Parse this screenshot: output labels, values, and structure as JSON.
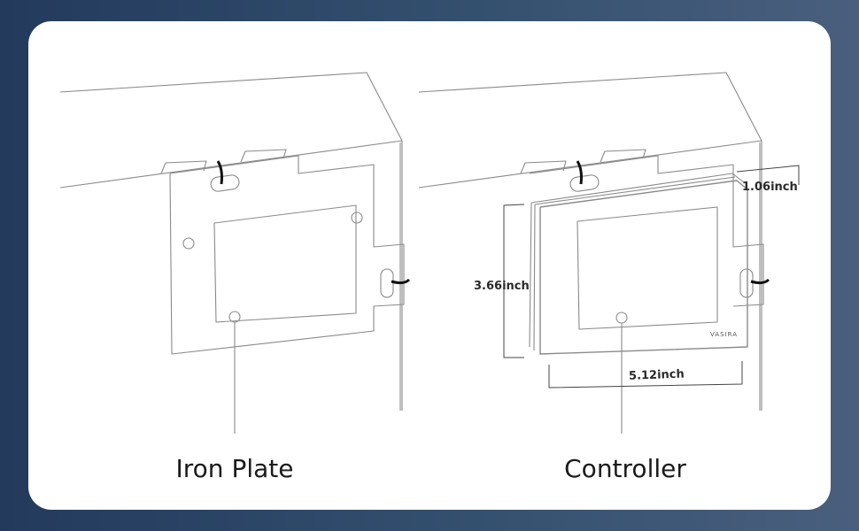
{
  "labels": {
    "left": "Iron Plate",
    "right": "Controller"
  },
  "dimensions": {
    "depth": "1.06inch",
    "height": "3.66inch",
    "width": "5.12inch"
  },
  "brand": "VASIRA",
  "colors": {
    "background_gradient_start": "#233a5c",
    "background_gradient_end": "#4a5f7e",
    "card": "#ffffff",
    "line": "#8a8a8a"
  }
}
